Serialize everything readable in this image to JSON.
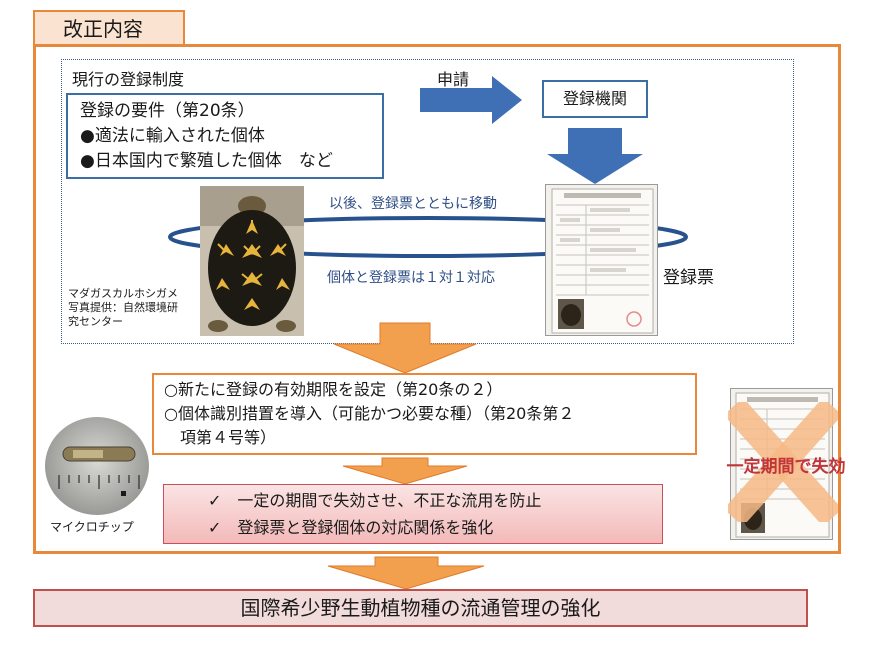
{
  "header": {
    "tab_label": "改正内容"
  },
  "current_system": {
    "label": "現行の登録制度",
    "requirements": {
      "title": "登録の要件（第20条）",
      "items": [
        "●適法に輸入された個体",
        "●日本国内で繁殖した個体　など"
      ]
    },
    "apply_label": "申請",
    "agency_label": "登録機関",
    "move_label": "以後、登録票とともに移動",
    "one_to_one_label": "個体と登録票は１対１対応",
    "certificate_label": "登録票",
    "photo_caption": [
      "マダガスカルホシガメ",
      "写真提供：自然環境研",
      "究センター"
    ]
  },
  "amendments": {
    "lines": [
      "○新たに登録の有効期限を設定（第20条の２）",
      "○個体識別措置を導入（可能かつ必要な種）（第20条第２",
      "　項第４号等）"
    ]
  },
  "microchip_label": "マイクロチップ",
  "effects": {
    "lines": [
      "✓　一定の期間で失効させ、不正な流用を防止",
      "✓　登録票と登録個体の対応関係を強化"
    ]
  },
  "expire_label": "一定期間で失効",
  "conclusion": "国際希少野生動植物種の流通管理の強化",
  "colors": {
    "accent_orange": "#e8883a",
    "blue_frame": "#3c6ea6",
    "arrow_blue": "#3f6fb5",
    "arrow_orange": "#f3a04e",
    "red_text": "#c0343a",
    "conclusion_border": "#c0504d"
  }
}
